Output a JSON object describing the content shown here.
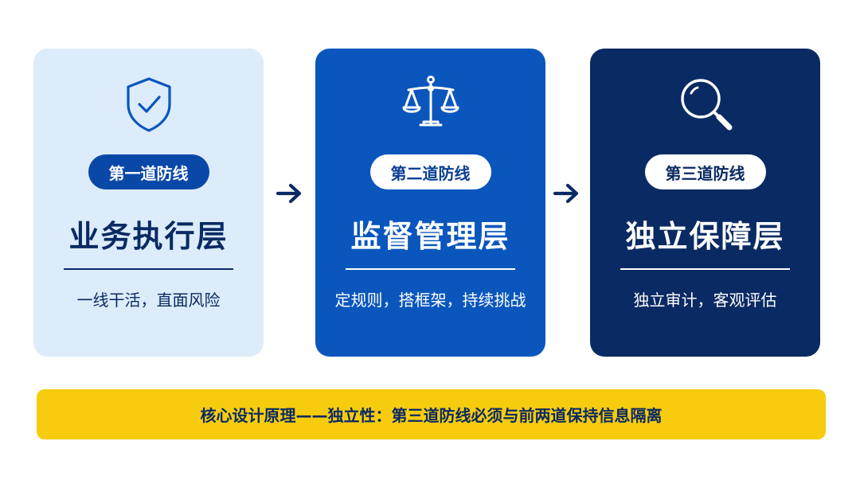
{
  "colors": {
    "card1_bg": "#dcecfb",
    "card2_bg": "#0a56bd",
    "card3_bg": "#0a2a63",
    "banner_bg": "#f7cc0f",
    "arrow": "#0a2a63"
  },
  "cards": [
    {
      "icon": "shield-check-icon",
      "badge": "第一道防线",
      "title": "业务执行层",
      "desc": "一线干活，直面风险"
    },
    {
      "icon": "scales-icon",
      "badge": "第二道防线",
      "title": "监督管理层",
      "desc": "定规则，搭框架，持续挑战"
    },
    {
      "icon": "magnifier-icon",
      "badge": "第三道防线",
      "title": "独立保障层",
      "desc": "独立审计，客观评估"
    }
  ],
  "arrows": [
    "arrow-right-icon",
    "arrow-right-icon"
  ],
  "banner": {
    "text": "核心设计原理——独立性：第三道防线必须与前两道保持信息隔离"
  }
}
